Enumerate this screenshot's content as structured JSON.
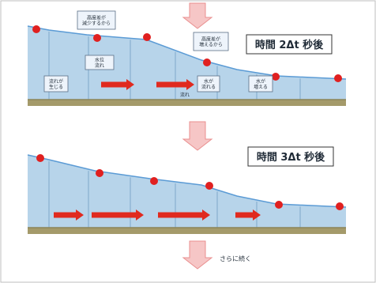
{
  "colors": {
    "water_fill": "#b7d4ea",
    "water_edge": "#5b9bd5",
    "divider": "#7fa9c9",
    "ground": "#a49a6a",
    "ground_top": "#8c8458",
    "point": "#e02020",
    "flow_arrow": "#e02a1f",
    "down_arrow_fill": "#f6c6c6",
    "down_arrow_edge": "#e98f8f",
    "label_box_fill": "#eef4fb",
    "label_box_edge": "#5b6f86",
    "frame": "#bfbfbf"
  },
  "top": {
    "time_label": "時間 2Δt 秒後",
    "notes": [
      {
        "text": "高度差が\n減少するから"
      },
      {
        "text": "水位\n流れ"
      },
      {
        "text": "高度差が\n増えるから"
      },
      {
        "text": "水が\n流れる"
      },
      {
        "text": "水が\n増える"
      },
      {
        "text": "流れが\n生じる"
      },
      {
        "text": "流れ"
      }
    ]
  },
  "bottom": {
    "time_label": "時間 3Δt 秒後"
  },
  "footer": {
    "continue_label": "さらに続く"
  }
}
